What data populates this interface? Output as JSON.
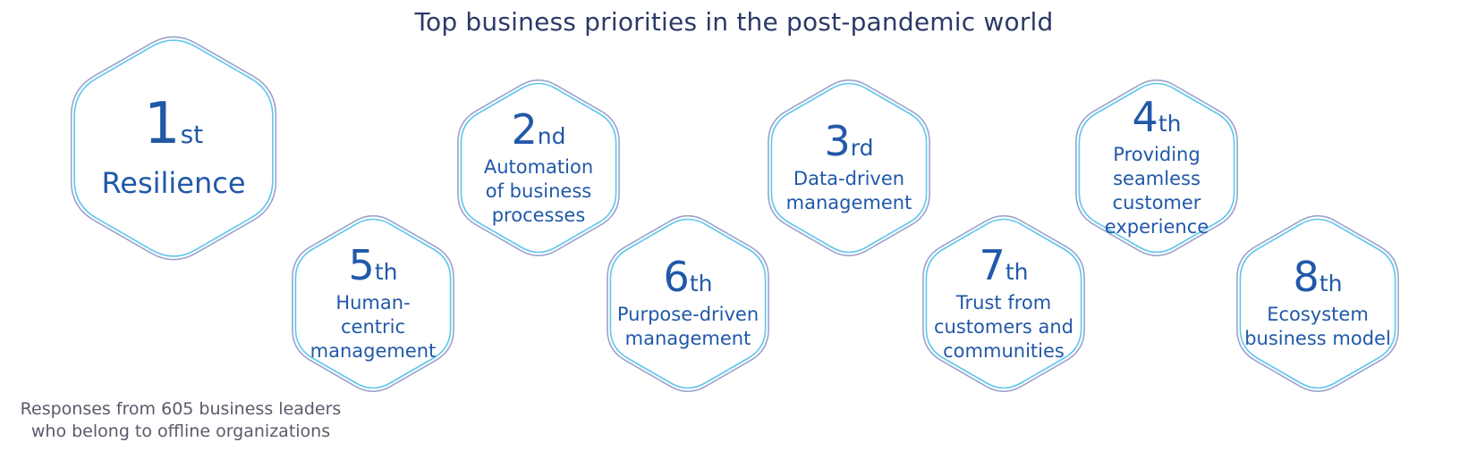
{
  "title": "Top business priorities in the post-pandemic world",
  "priorities": [
    {
      "num": "1",
      "suffix": "st",
      "lines": [
        "Resilience"
      ]
    },
    {
      "num": "2",
      "suffix": "nd",
      "lines": [
        "Automation",
        "of business",
        "processes"
      ]
    },
    {
      "num": "3",
      "suffix": "rd",
      "lines": [
        "Data-driven",
        "management"
      ]
    },
    {
      "num": "4",
      "suffix": "th",
      "lines": [
        "Providing",
        "seamless",
        "customer",
        "experience"
      ]
    },
    {
      "num": "5",
      "suffix": "th",
      "lines": [
        "Human-",
        "centric",
        "management"
      ]
    },
    {
      "num": "6",
      "suffix": "th",
      "lines": [
        "Purpose-driven",
        "management"
      ]
    },
    {
      "num": "7",
      "suffix": "th",
      "lines": [
        "Trust from",
        "customers and",
        "communities"
      ]
    },
    {
      "num": "8",
      "suffix": "th",
      "lines": [
        "Ecosystem",
        "business model"
      ]
    }
  ],
  "footnote": [
    "Responses from 605 business leaders",
    "who belong to offline organizations"
  ],
  "colors": {
    "outer": "#9aa3cc",
    "inner": "#5ec6ee",
    "text": "#2158a8"
  }
}
